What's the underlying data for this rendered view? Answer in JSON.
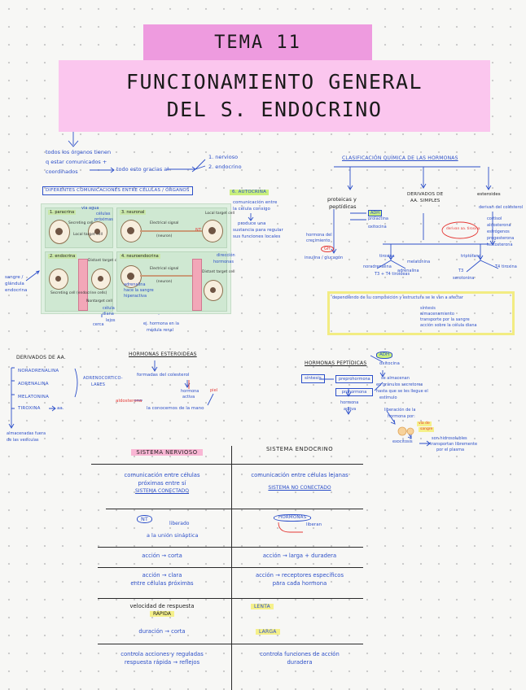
{
  "header": {
    "title": "TEMA 11",
    "subtitle_line1": "FUNCIONAMIENTO GENERAL",
    "subtitle_line2": "DEL S. ENDOCRINO"
  },
  "intro": {
    "line1": "todos los órganos tienen",
    "line2": "q estar comunicados +",
    "line3": "coordinados",
    "arrow_text": "todo esto gracias al",
    "opt1": "1. nervioso",
    "opt2": "2. endocrino"
  },
  "comm": {
    "heading": "diferentes comunicaciones entre células / órganos",
    "autocrina_label": "6. autocrina",
    "autocrina_text1": "comunicación entre",
    "autocrina_text2": "la célula consigo",
    "autocrina_text3": "produce una",
    "autocrina_text4": "sustancia para regular",
    "autocrina_text5": "sus funciones locales",
    "diagram": {
      "p1": "1. paracrina",
      "p2": "3. neuronal",
      "p3": "2. endocrina",
      "p4": "4. neuroendocrina",
      "secreting": "Secreting cell",
      "local": "Local target cell",
      "electrical": "Electrical signal",
      "neuron": "(neuron)",
      "distant": "Distant target cell",
      "secreting_endo": "Secreting cell (endocrine cells)",
      "nontarget": "Nontarget cell",
      "nt_label": "NT"
    },
    "note_paracrina1": "via agua",
    "note_paracrina2": "células",
    "note_paracrina3": "próximas",
    "note_sangre1": "sangre /",
    "note_sangre2": "glándula",
    "note_sangre3": "endocrina",
    "note_celula1": "célula",
    "note_celula2": "diana",
    "note_celula3": "lejos",
    "note_cerca": "cerca",
    "note_adrenalina1": "adrenalina",
    "note_adrenalina2": "hace la sangre",
    "note_adrenalina3": "hiperactiva",
    "note_medula1": "ej. hormona en la",
    "note_medula2": "médula renal",
    "note_dir1": "dirección",
    "note_dir2": "hormonas"
  },
  "clasif": {
    "heading": "clasificación química de las hormonas",
    "col1_line1": "proteicas y",
    "col1_line2": "peptídicas",
    "col2_line1": "derivados de",
    "col2_line2": "aa. simples",
    "col3": "esteroides",
    "col1_item1": "ADH",
    "col1_item2": "hormona del",
    "col1_item3": "crecimiento",
    "col1_item4": "oxitocina",
    "col1_item5": "prolactina",
    "col1_item6": "insulina / glucagón",
    "col1_item7": "GH",
    "col3_item1": "derivan del colesterol",
    "col3_item2": "cortisol",
    "col3_item3": "aldosterona",
    "col3_item4": "estrógenos",
    "col3_item5": "progesterona",
    "col3_item6": "testosterona",
    "center_pill": "derivan aa. tirosina",
    "tyr1": "tirosina",
    "tyr2": "triptófano",
    "tyr3": "noradrenalina",
    "tyr4": "adrenalina",
    "tyr5": "melatonina",
    "tyr6": "serotonina",
    "t3": "T3",
    "t4": "T4",
    "tiroxina": "tiroxina",
    "t3t4_label": "T3 + T4 tiroideas"
  },
  "yellow_box": {
    "heading": "dependiendo de su composición y estructura se le van a afectar",
    "b1": "síntesis",
    "b2": "almacenamiento",
    "b3": "transporte por la sangre",
    "b4": "acción sobre la célula diana"
  },
  "derivados": {
    "heading": "derivados de aa.",
    "i1": "noradrenalina",
    "i2": "adrenalina",
    "i3": "melatonina",
    "i4": "tiroxina",
    "arrow_aa": "aa.",
    "grp1": "adrenocortico-",
    "grp2": "lares",
    "note1": "almacenadas fuera",
    "note2": "de las vesículas"
  },
  "esteroideas": {
    "heading": "hormonas esteroideas",
    "l1": "formadas del colesterol",
    "l2": "hormona",
    "l3": "activa",
    "l4": "aldosterona",
    "l5": "la conocemos de la mano",
    "red_label": "piel"
  },
  "peptidicas": {
    "heading": "hormonas peptídicas",
    "adh": "ADH",
    "oxitocina": "oxitocina",
    "box1": "síntesis",
    "c1": "preprohormona",
    "c2": "prohormona",
    "c3": "hormona",
    "c4": "activa",
    "side1": "se almacenan",
    "side2": "en gránulos secretores",
    "side3": "hasta que se les llegue el",
    "side4": "estímulo",
    "side5": "liberación de la",
    "side6": "hormona por:",
    "exo": "exocitosis",
    "sangre1": "son hidrosolubles",
    "sangre2": "transportan libremente",
    "sangre3": "por el plasma",
    "red_tag1": "vía de",
    "red_tag2": "sangre"
  },
  "table": {
    "col1": "sistema nervioso",
    "col2": "sistema endocrino",
    "r1c1_a": "comunicación entre células",
    "r1c1_b": "próximas entre sí",
    "r1c1_c": "sistema conectado",
    "r1c2_a": "comunicación entre células lejanas",
    "r1c2_b": "sistema no conectado",
    "r2c1_nt": "NT",
    "r2c1_a": "liberado",
    "r2c1_b": "a la unión sináptica",
    "r2c2_a": "hormonas",
    "r2c2_b": "liberan",
    "r3c1": "acción → corta",
    "r3c2": "acción → larga + duradera",
    "r4c1_a": "acción → clara",
    "r4c1_b": "entre células próximas",
    "r4c2_a": "acción → receptores específicos",
    "r4c2_b": "para cada hormona",
    "r5c1_a": "velocidad de respuesta",
    "r5c1_b": "rápida",
    "r5c2": "lenta",
    "r6c1": "duración → corta",
    "r6c2": "larga",
    "r7c1_a": "controla acciones y reguladas",
    "r7c1_b": "respuesta rápida → reflejos",
    "r7c2_a": "controla funciones de acción",
    "r7c2_b": "duradera"
  },
  "colors": {
    "ink": "#2c4fc9",
    "title_bg": "#ee9bdf",
    "subtitle_bg": "#fbc6ee",
    "highlight_yellow": "#f5f08a",
    "highlight_green": "#c9ef7c",
    "highlight_pink": "#f9b6d4"
  }
}
